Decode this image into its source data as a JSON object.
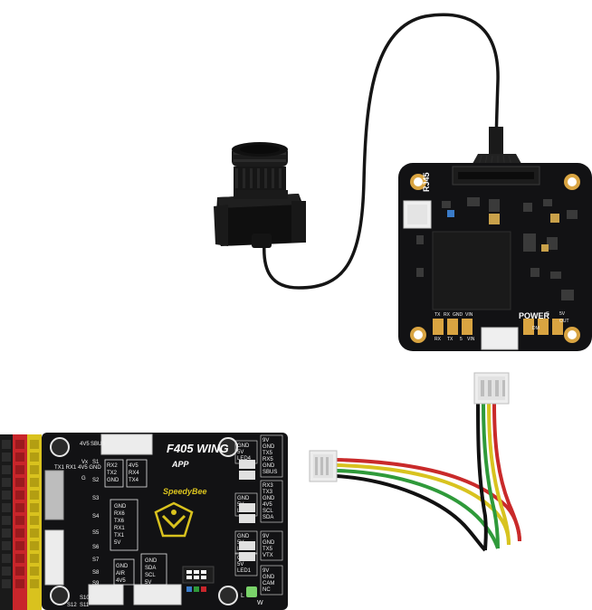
{
  "vtx_board": {
    "connector_label": "RJ45",
    "power_label": "POWER",
    "pad_labels_bottom": [
      "TX",
      "RX",
      "GND",
      "VIN"
    ],
    "pad_labels_right": [
      "5V",
      "OUT",
      "G",
      "DM"
    ],
    "uart_labels": [
      "RX",
      "TX",
      "5",
      "VIN"
    ]
  },
  "flight_controller": {
    "model": "F405 WING",
    "subtitle": "APP",
    "brand": "SpeedyBee",
    "column_labels": [
      "4V5",
      "Vx",
      "G",
      "SBUS",
      "S1",
      "S2",
      "S3",
      "S4",
      "S5",
      "S6",
      "S7",
      "S8",
      "S9",
      "S10",
      "S11",
      "S12"
    ],
    "uart_header": "TX1 RX1 4V5 GND",
    "block_left": [
      "RX2",
      "TX2",
      "GND"
    ],
    "block_gnd": [
      "GND",
      "RX6",
      "TX6",
      "RX1",
      "TX1",
      "5V"
    ],
    "block_air": [
      "GND",
      "AIR",
      "4V5"
    ],
    "block_mid": [
      "GND",
      "SDA",
      "SCL",
      "5V"
    ],
    "block_4v5": [
      "4V5",
      "RX4",
      "TX4"
    ],
    "right_blocks": [
      [
        "9V",
        "GND",
        "TX5",
        "RX5",
        "GND",
        "SBUS"
      ],
      [
        "GND",
        "5V",
        "LED4"
      ],
      [
        "RX3",
        "TX3",
        "GND",
        "4V5",
        "SCL",
        "SDA"
      ],
      [
        "GND",
        "5V",
        "LED3"
      ],
      [
        "9V",
        "GND",
        "TX5",
        "VTX"
      ],
      [
        "GND",
        "5V",
        "LED2"
      ],
      [
        "9V",
        "GND",
        "CAM",
        "NC"
      ],
      [
        "GND",
        "5V",
        "LED1"
      ]
    ],
    "led_label": "L",
    "status_label": "W"
  },
  "colors": {
    "pcb": "#121214",
    "silkscreen": "#f2f2f2",
    "gold_pad": "#d9a441",
    "pin_red": "#c8262b",
    "pin_yellow": "#d9c21e",
    "wire_red": "#c92a2a",
    "wire_yellow": "#d8c31f",
    "wire_green": "#2f9a3a",
    "wire_black": "#111111"
  }
}
